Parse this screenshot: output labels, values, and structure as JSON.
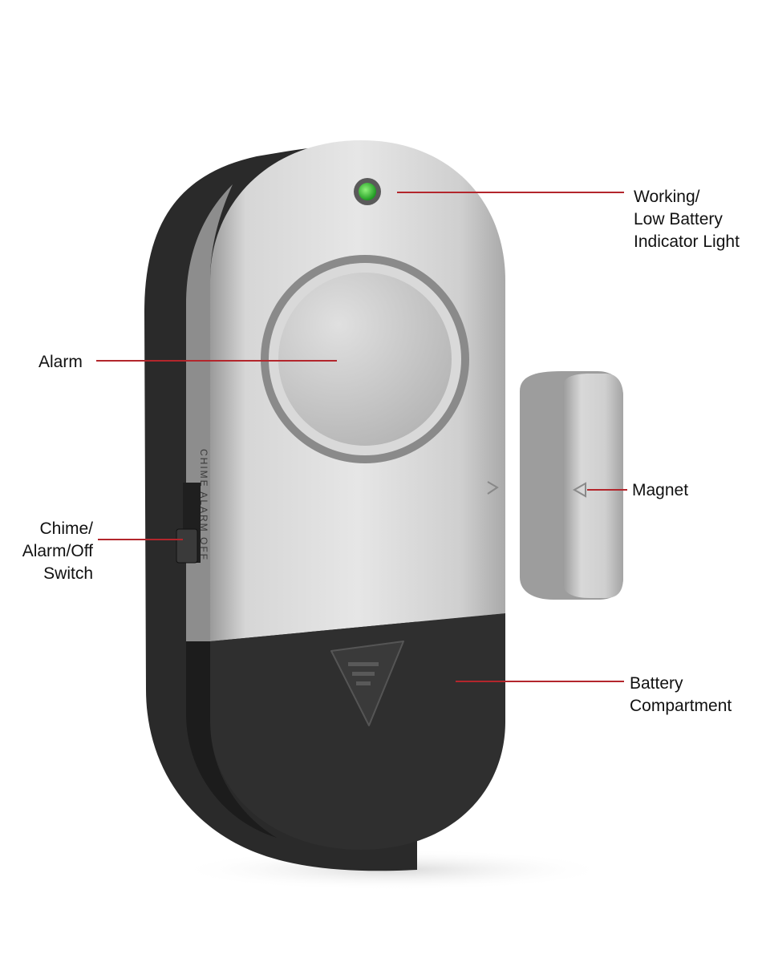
{
  "colors": {
    "leader_line": "#b3262c",
    "led": "#36c43a",
    "silver": "#c9c9c9",
    "black_body": "#2a2a2a"
  },
  "device": {
    "switch_text": "CHIME ALARM OFF"
  },
  "callouts": {
    "working_light": [
      "Working/",
      "Low Battery",
      "Indicator Light"
    ],
    "alarm": "Alarm",
    "magnet": "Magnet",
    "switch": [
      "Chime/",
      "Alarm/Off",
      "Switch"
    ],
    "battery": [
      "Battery",
      "Compartment"
    ]
  }
}
